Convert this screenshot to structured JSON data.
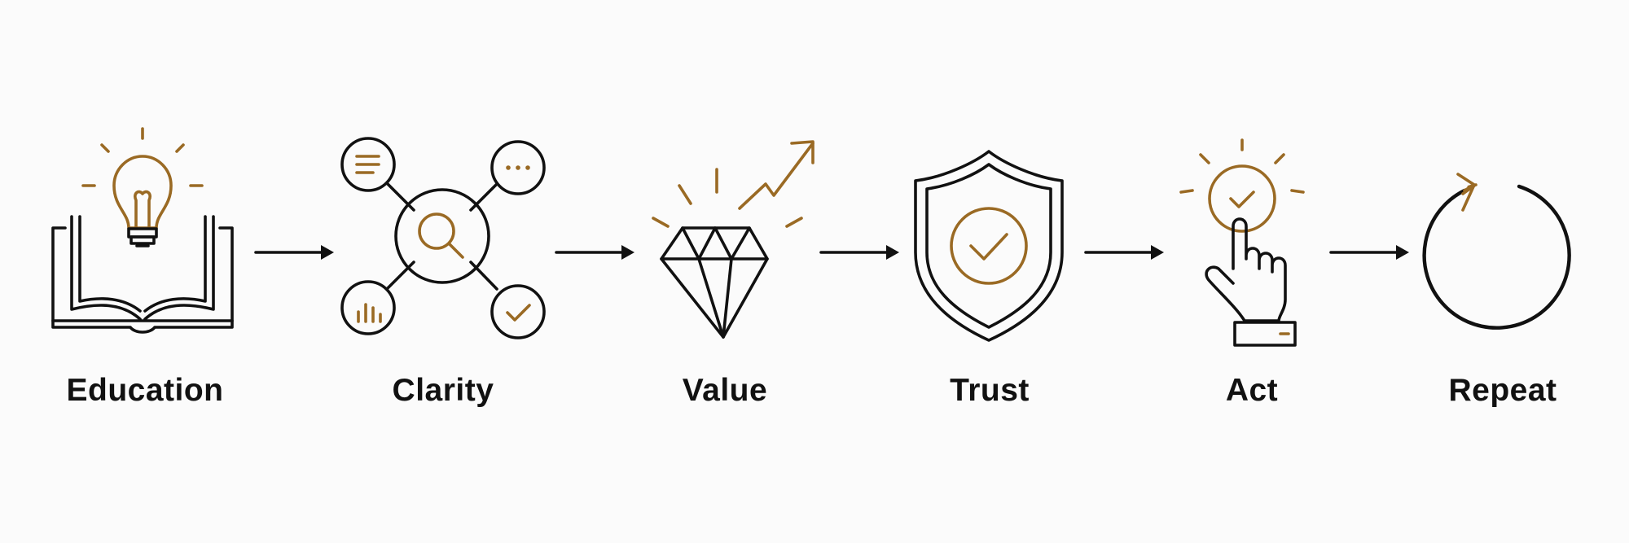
{
  "colors": {
    "background": "#fbfbfb",
    "line": "#111111",
    "accent": "#9a6a24"
  },
  "steps": [
    {
      "label": "Education",
      "icon": "open-book-lightbulb-icon"
    },
    {
      "label": "Clarity",
      "icon": "network-magnifier-icon"
    },
    {
      "label": "Value",
      "icon": "diamond-growth-icon"
    },
    {
      "label": "Trust",
      "icon": "shield-check-icon"
    },
    {
      "label": "Act",
      "icon": "hand-pointer-check-icon"
    },
    {
      "label": "Repeat",
      "icon": "circular-arrow-icon"
    }
  ]
}
